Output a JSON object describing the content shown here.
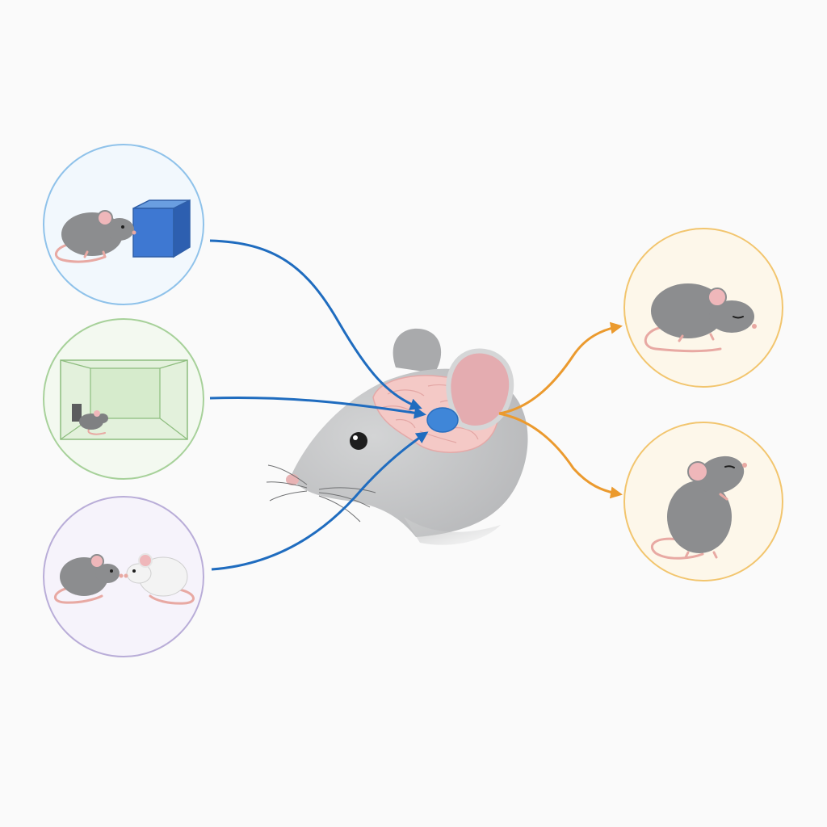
{
  "colors": {
    "background": "#fafafa",
    "input_arrow": "#1f6cbf",
    "output_arrow": "#eb9a2e",
    "target_region": "#3f86d8",
    "mouse_gray": "#8c8d8f",
    "ear_pink": "#efb7ba",
    "brain_pink": "#f4c9c6",
    "tail_pink": "#e8a9a3"
  },
  "inputs": [
    {
      "id": "object",
      "icon": "mouse-with-blue-cube-icon",
      "ring": "#8fc2ea",
      "fill": "#f2f8fd"
    },
    {
      "id": "arena",
      "icon": "mouse-in-green-arena-icon",
      "ring": "#a7d19a",
      "fill": "#f3f9f0"
    },
    {
      "id": "social",
      "icon": "two-mice-social-icon",
      "ring": "#b9add8",
      "fill": "#f6f3fb"
    }
  ],
  "outputs": [
    {
      "id": "rest",
      "icon": "resting-mouse-icon",
      "ring": "#f2c56e",
      "fill": "#fdf7ea"
    },
    {
      "id": "upright",
      "icon": "upright-sniffing-mouse-icon",
      "ring": "#f2c56e",
      "fill": "#fdf7ea"
    }
  ],
  "center": {
    "icon": "mouse-head-brain-icon"
  }
}
